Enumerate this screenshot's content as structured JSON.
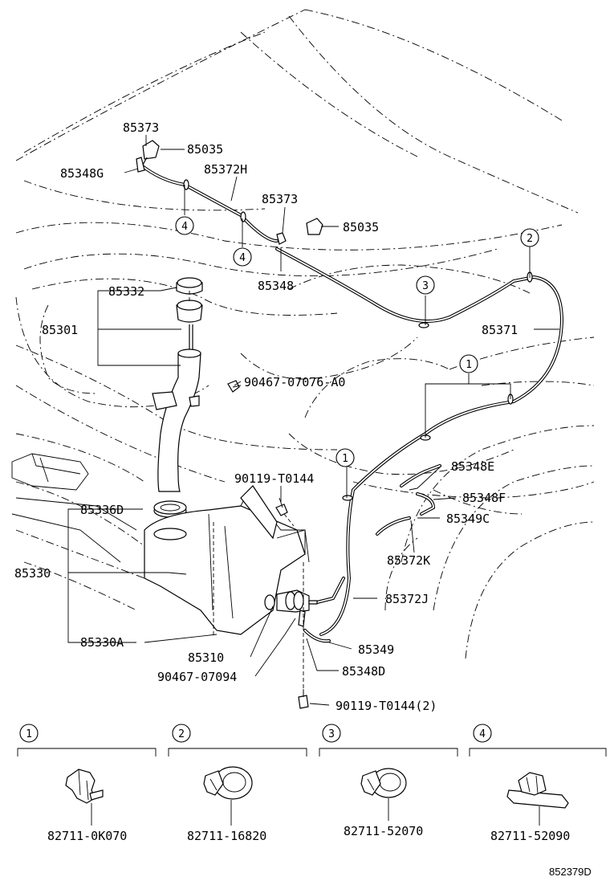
{
  "part_labels": {
    "p85373_top": "85373",
    "p85035_top": "85035",
    "p85348G": "85348G",
    "p85372H": "85372H",
    "p85373_mid": "85373",
    "p85035_mid": "85035",
    "p85348": "85348",
    "p85332": "85332",
    "p85301": "85301",
    "p90467_07076": "90467-07076-A0",
    "p85371": "85371",
    "p90119_T0144": "90119-T0144",
    "p85348E": "85348E",
    "p85348F": "85348F",
    "p85349C": "85349C",
    "p85336D": "85336D",
    "p85372K": "85372K",
    "p85330": "85330",
    "p85372J": "85372J",
    "p85330A": "85330A",
    "p85349": "85349",
    "p85310": "85310",
    "p85348D": "85348D",
    "p90467_07094": "90467-07094",
    "p90119_T0144_2": "90119-T0144(2)"
  },
  "callouts": {
    "c4_a": "4",
    "c4_b": "4",
    "c2": "2",
    "c3": "3",
    "c1_a": "1",
    "c1_b": "1"
  },
  "clip_panels": [
    {
      "number": "1",
      "part": "82711-0K070"
    },
    {
      "number": "2",
      "part": "82711-16820"
    },
    {
      "number": "3",
      "part": "82711-52070"
    },
    {
      "number": "4",
      "part": "82711-52090"
    }
  ],
  "figure_code": "852379D"
}
